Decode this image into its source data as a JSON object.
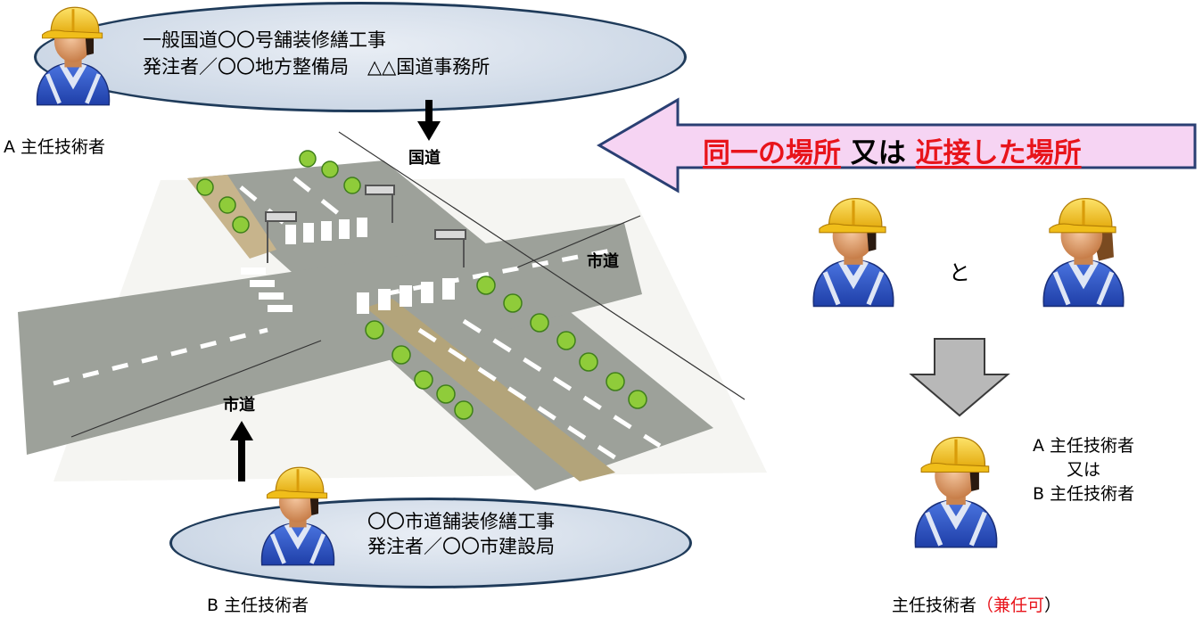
{
  "project_a": {
    "line1": "一般国道〇〇号舗装修繕工事",
    "line2": "発注者／〇〇地方整備局　△△国道事務所",
    "engineer": "A 主任技術者"
  },
  "project_b": {
    "line1": "〇〇市道舗装修繕工事",
    "line2": "発注者／〇〇市建設局",
    "engineer": "B 主任技術者"
  },
  "road_labels": {
    "national": "国道",
    "city_right": "市道",
    "city_left": "市道"
  },
  "callout": {
    "part1": "同一の場所",
    "part2": " 又は ",
    "part3": "近接した場所"
  },
  "connector": "と",
  "result": {
    "line1": "A 主任技術者",
    "line2": "又は",
    "line3": "B 主任技術者",
    "caption_main": "主任技術者",
    "caption_paren_open": "（",
    "caption_highlight": "兼任可",
    "caption_paren_close": "）"
  },
  "colors": {
    "helmet": "#f2c418",
    "vest": "#2f56c8",
    "callout_fill": "#f6d4f3",
    "callout_border": "#2a3f73",
    "highlight": "#e8141b",
    "grey_arrow": "#b8b8b8"
  }
}
